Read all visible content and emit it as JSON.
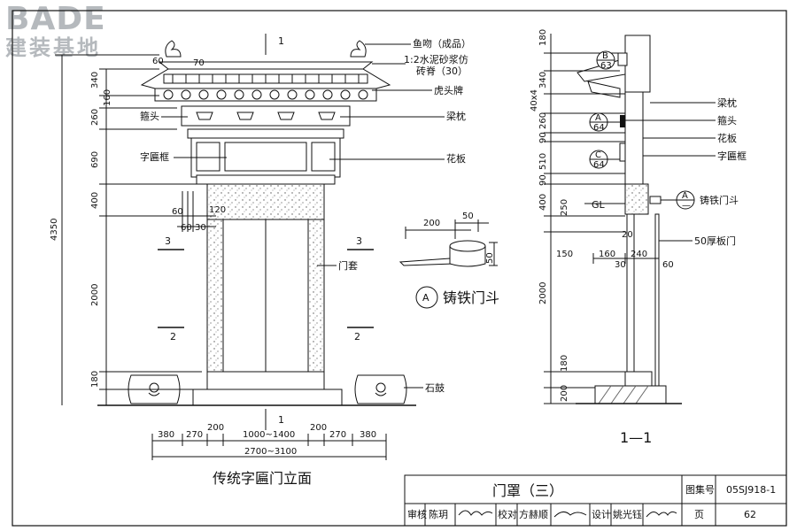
{
  "logo": {
    "brand": "BADE",
    "sub": "建装基地"
  },
  "elevation": {
    "title": "传统字匾门立面",
    "section_mark_top": "1",
    "section_mark_bottom": "1",
    "callouts": {
      "fish": "鱼吻（成品）",
      "mortar_line1": "1:2水泥砂浆仿",
      "mortar_line2": "砖脊（30）",
      "tiger_tile": "虎头牌",
      "beam_pillow_r": "梁枕",
      "corbel_l": "箍头",
      "plaque_frame_l": "字匾框",
      "flower_board_r": "花板",
      "door_cover": "门套",
      "drum_stone": "石鼓"
    },
    "vertical_dims": [
      "340",
      "160",
      "260",
      "690",
      "400",
      "2000",
      "180"
    ],
    "total_height": "4350",
    "ridge_dims": [
      "60",
      "70"
    ],
    "small_dims": [
      "60",
      "120",
      "60",
      "30"
    ],
    "section_3_left": "3",
    "section_3_right": "3",
    "section_2_left": "2",
    "section_2_right": "2",
    "bottom_dims": [
      "380",
      "270",
      "200",
      "1000~1400",
      "200",
      "270",
      "380"
    ],
    "overall_width": "2700~3100"
  },
  "detail_a": {
    "dims": [
      "200",
      "50",
      "50"
    ],
    "marker": "A",
    "title": "铸铁门斗"
  },
  "section": {
    "title": "1—1",
    "dims_left": [
      "180",
      "340",
      "40x4",
      "260",
      "90",
      "510",
      "90",
      "400",
      "250",
      "150",
      "2000",
      "180",
      "200"
    ],
    "horizontal_dims": [
      "160",
      "240",
      "30",
      "20",
      "60"
    ],
    "gl_label": "GL",
    "callouts": {
      "beam_pillow": "梁枕",
      "corbel": "箍头",
      "flower_board": "花板",
      "plaque_frame": "字匾框",
      "iron_door": "铸铁门斗",
      "plank_door": "50厚板门"
    },
    "markers": [
      {
        "letter": "B",
        "num": "63"
      },
      {
        "letter": "A",
        "num": "64"
      },
      {
        "letter": "C",
        "num": "64"
      },
      {
        "letter": "A",
        "num": "—"
      }
    ]
  },
  "title_block": {
    "drawing_title": "门罩（三）",
    "atlas_label": "图集号",
    "atlas_no": "05SJ918-1",
    "review_label": "审核",
    "reviewer": "陈玥",
    "check_label": "校对",
    "checker": "方赫顺",
    "design_label": "设计",
    "designer": "姚光钰",
    "page_label": "页",
    "page_no": "62"
  }
}
